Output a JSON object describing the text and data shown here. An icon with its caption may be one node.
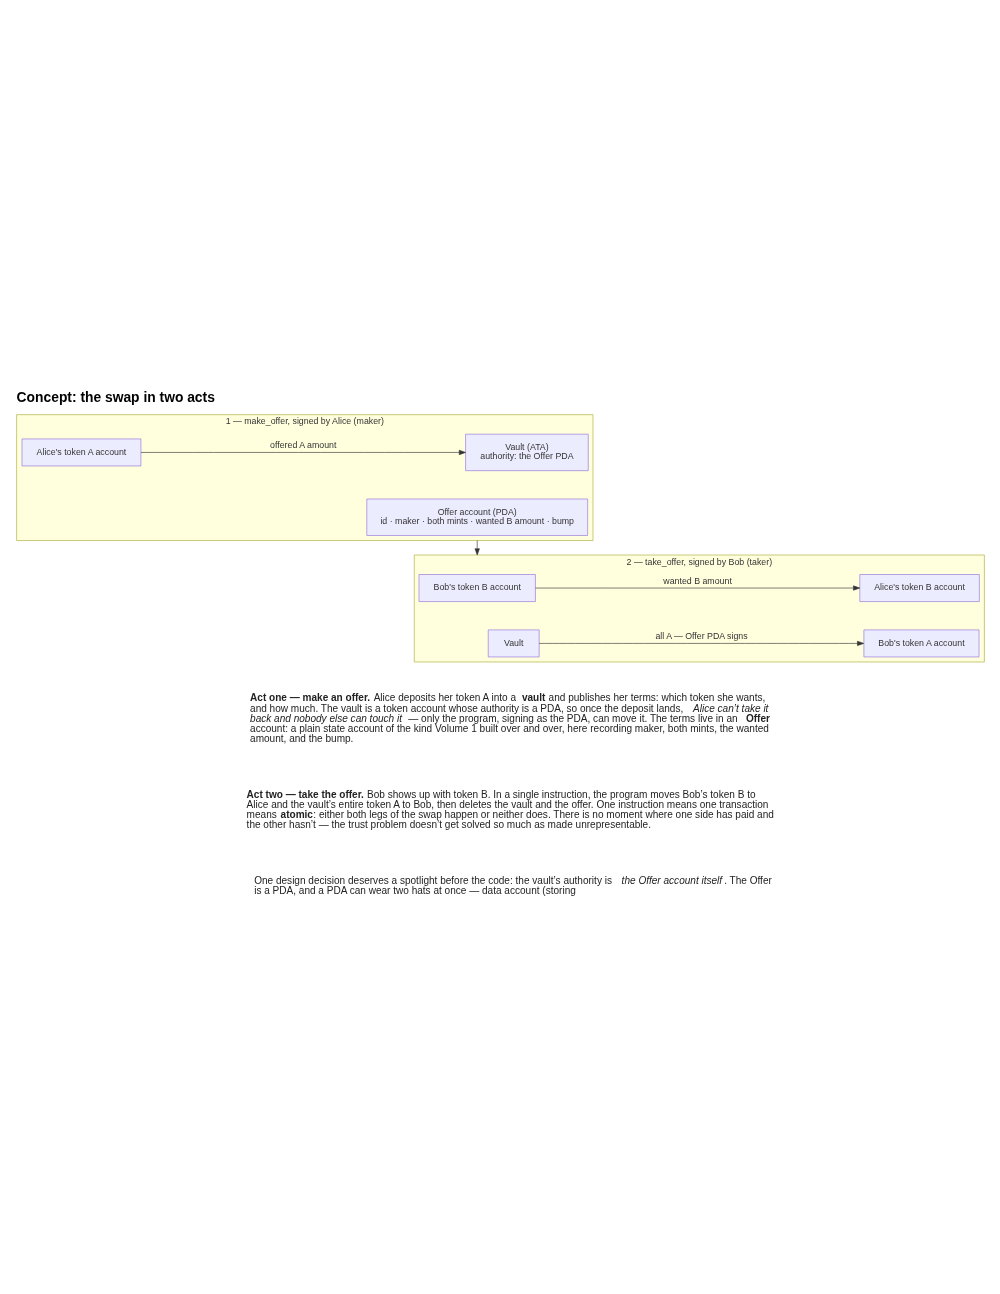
{
  "diagram": {
    "title": "Concept: the swap in two acts",
    "nodes": [
      {
        "text": [
          "1 — make_offer, signed by Alice (maker)"
        ]
      },
      {
        "text": [
          "Alice's token A account"
        ],
        "in": 0
      },
      {
        "text": [
          "Vault (ATA)",
          "authority: the Offer PDA"
        ],
        "in": 0
      },
      {
        "text": [
          "Offer account (PDA)",
          "id · maker · both mints · wanted B amount · bump"
        ],
        "in": 0
      },
      {
        "text": [
          "2 — take_offer, signed by Bob (taker)"
        ]
      },
      {
        "text": [
          "Bob's token B account"
        ],
        "in": 4
      },
      {
        "text": [
          "Alice's token B account"
        ],
        "in": 4
      },
      {
        "text": [
          "Vault"
        ],
        "in": 4
      },
      {
        "text": [
          "Bob's token A account"
        ],
        "in": 4
      }
    ],
    "edges": [
      {
        "from": 1,
        "to": 2,
        "arrow": "to",
        "label": "offered A amount"
      },
      {
        "from": 0,
        "to": 4,
        "arrow": "to"
      },
      {
        "from": 5,
        "to": 6,
        "arrow": "to",
        "label": "wanted B amount"
      },
      {
        "from": 7,
        "to": 8,
        "arrow": "to",
        "label": "all A — Offer PDA signs"
      }
    ],
    "labels": [
      "**Act one — make an offer.** Alice deposits her token A into a **vault** and publishes her terms: which token she wants, and how much. The vault is a token account whose authority is a PDA, so once the deposit lands, *Alice can’t take it back and nobody else can touch it* — only the program, signing as the PDA, can move it. The terms live in an **Offer** account: a plain state account of the kind Volume 1 built over and over, here recording maker, both mints, the wanted amount, and the bump.",
      "**Act two — take the offer.** Bob shows up with token B. In a single instruction, the program moves Bob’s token B to Alice and the vault’s entire token A to Bob, then deletes the vault and the offer. One instruction means one transaction means **atomic**: either both legs of the swap happen or neither does. There is no moment where one side has paid and the other hasn’t — the trust problem doesn’t get solved so much as made unrepresentable.",
      "One design decision deserves a spotlight before the code: the vault’s authority is *the Offer account itself*. The Offer is a PDA, and a PDA can wear two hats at once — data account (storing"
    ]
  }
}
